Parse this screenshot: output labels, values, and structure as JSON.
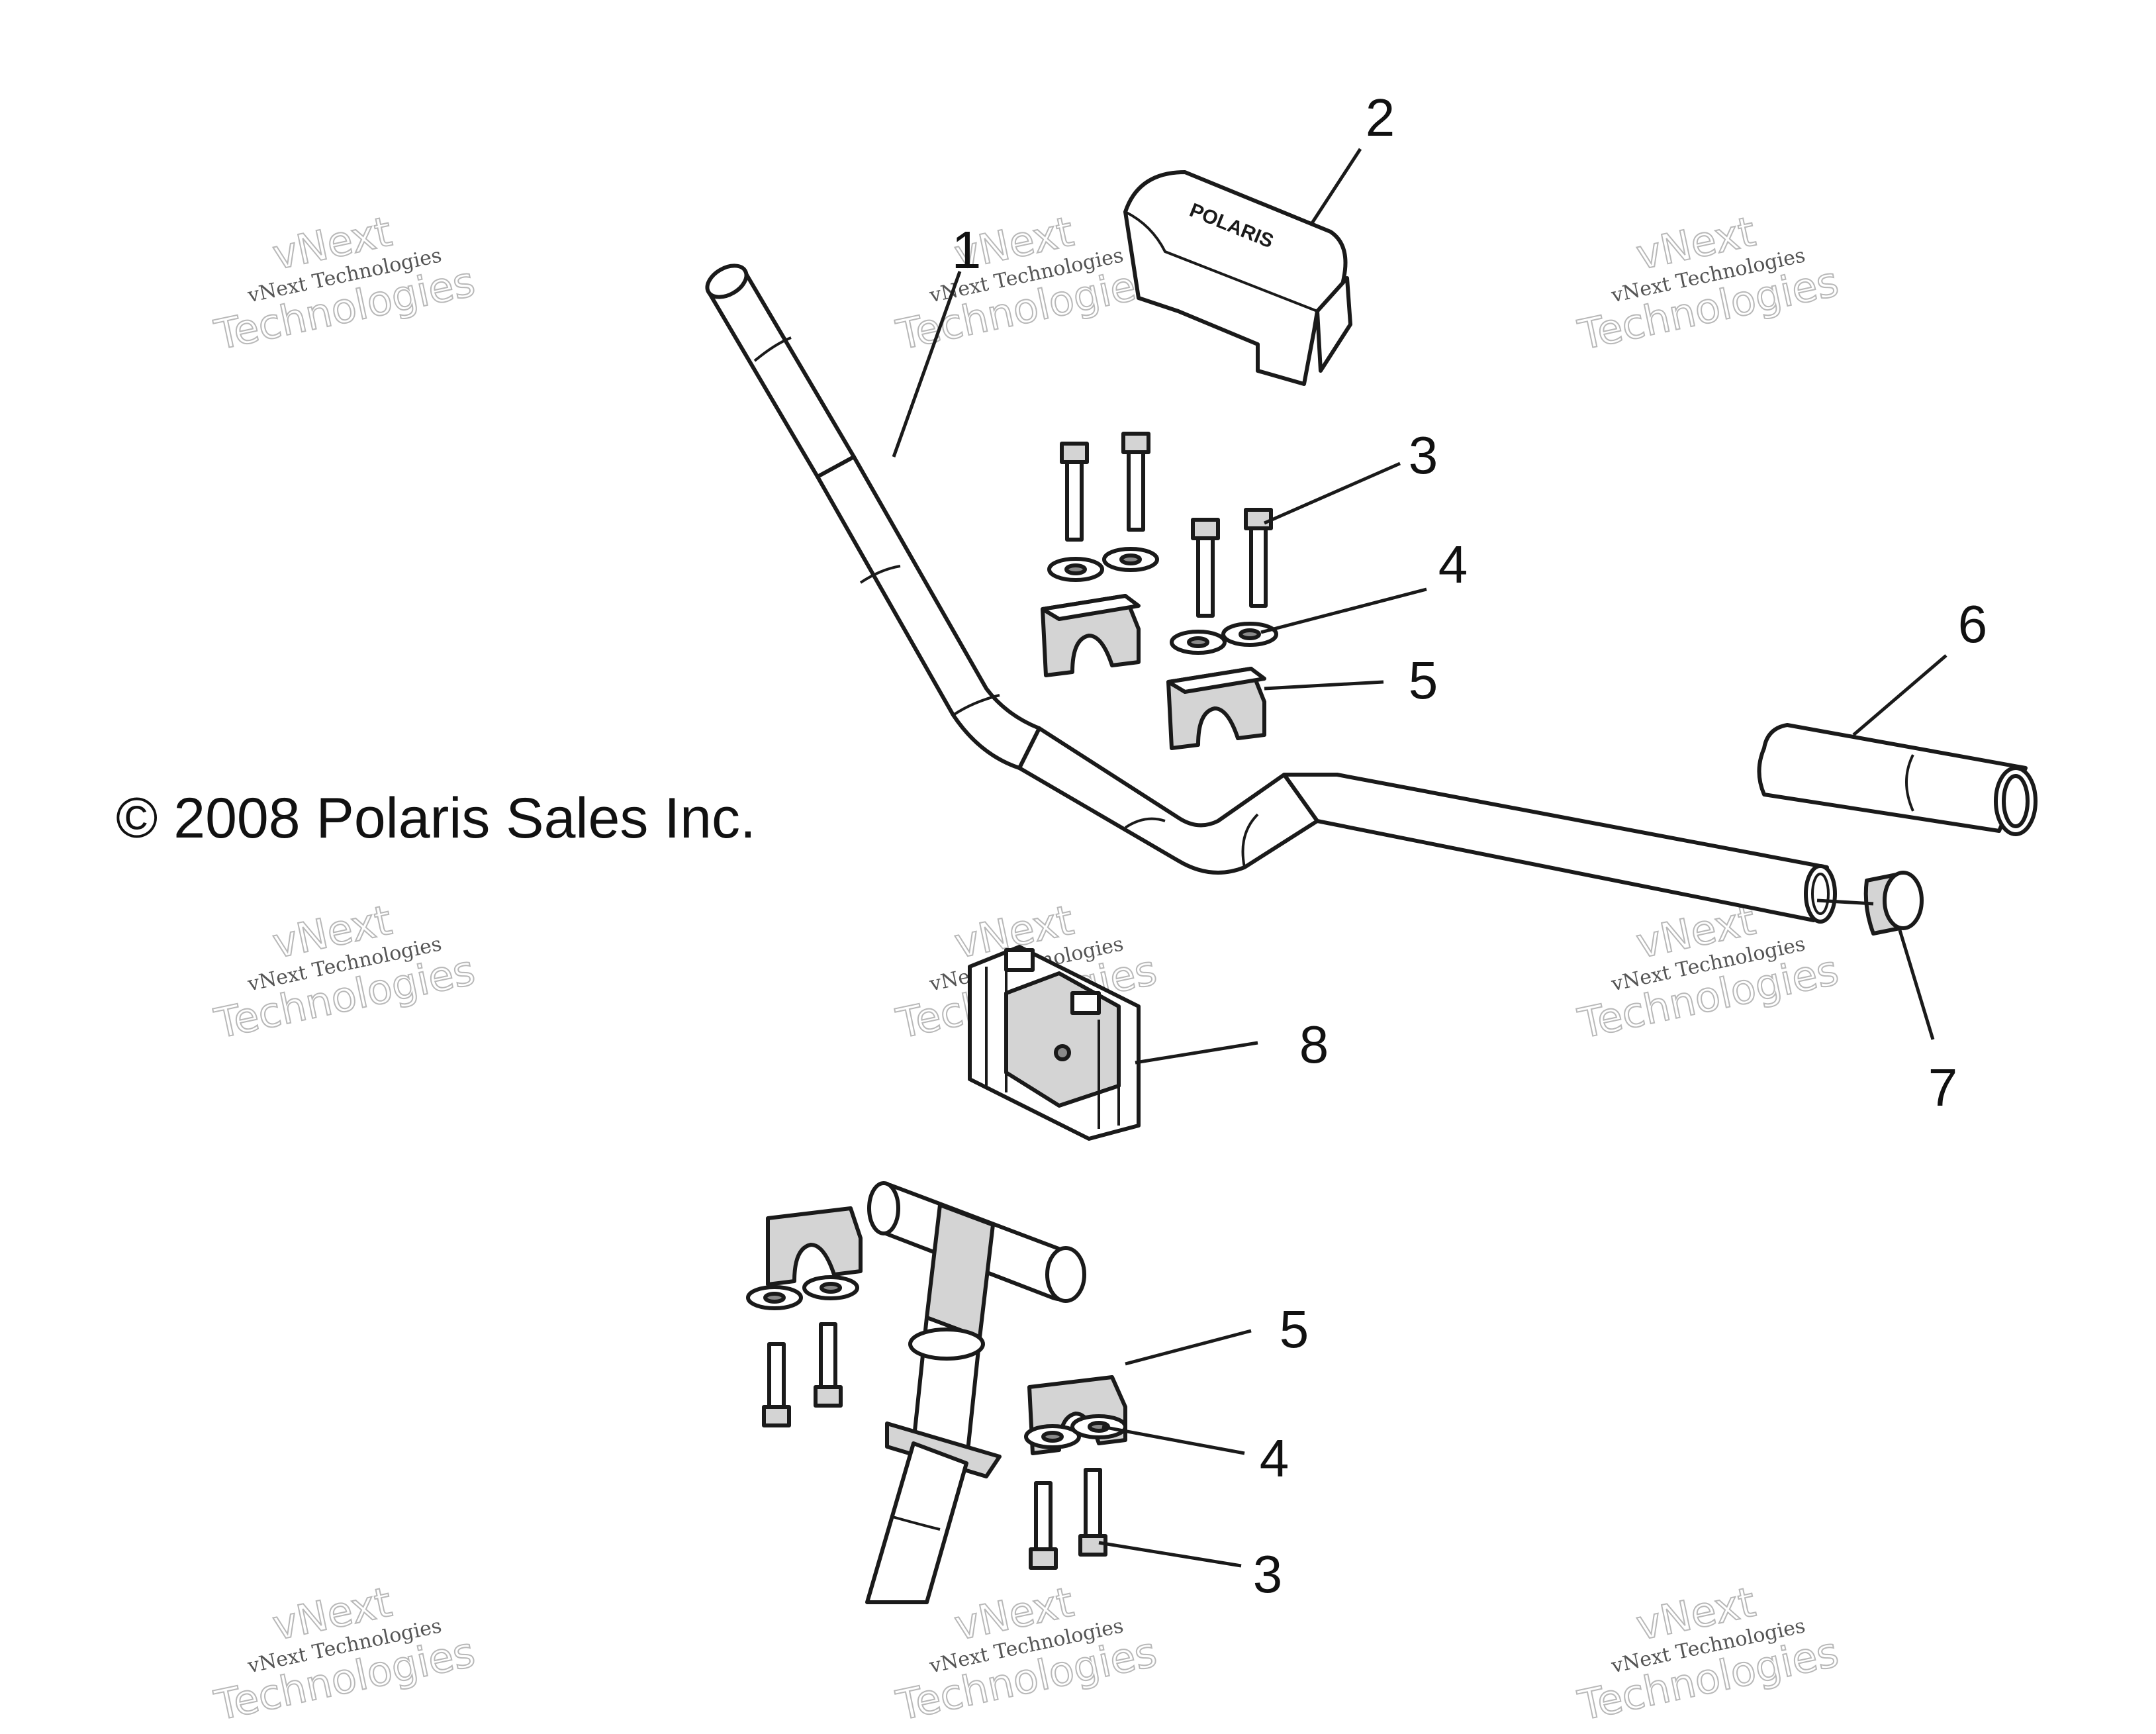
{
  "copyright": "© 2008 Polaris Sales Inc.",
  "callouts": [
    "1",
    "2",
    "3",
    "4",
    "5",
    "6",
    "7",
    "8",
    "5",
    "4",
    "3"
  ],
  "watermark": {
    "line1": "vNext",
    "line2": "vNext Technologies",
    "line3": "Technologies"
  },
  "pad_brand": "POLARIS"
}
